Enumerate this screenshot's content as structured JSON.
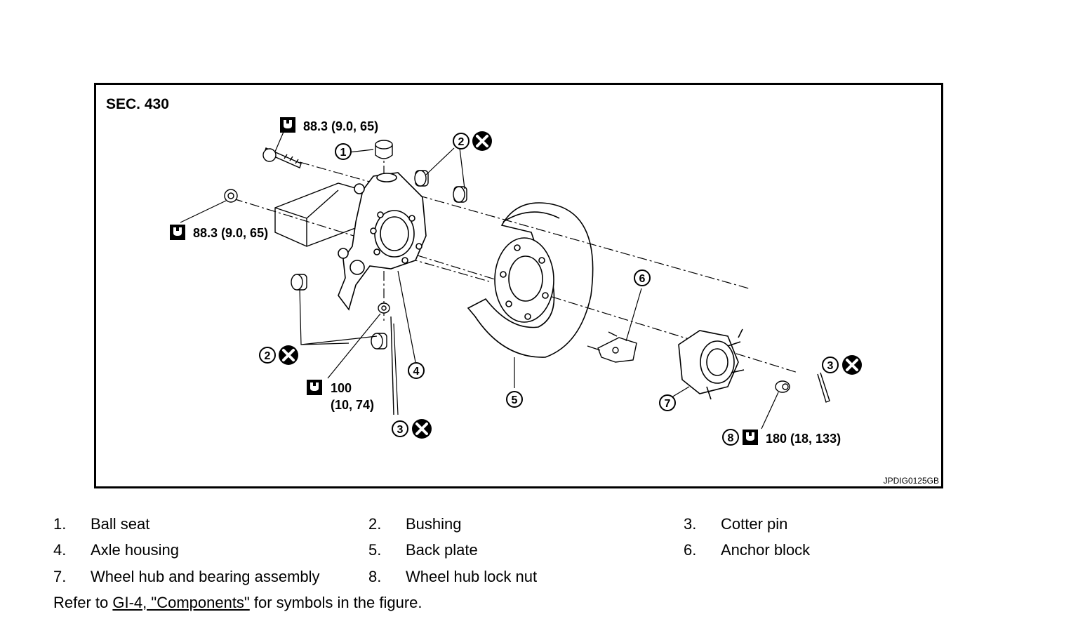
{
  "figure": {
    "section": "SEC. 430",
    "image_code": "JPDIG0125GB",
    "callouts": {
      "c1": "1",
      "c2a": "2",
      "c2b": "2",
      "c3a": "3",
      "c3b": "3",
      "c4": "4",
      "c5": "5",
      "c6": "6",
      "c7": "7",
      "c8": "8"
    },
    "torques": {
      "t_top": "88.3 (9.0, 65)",
      "t_left": "88.3 (9.0, 65)",
      "t_mid_line1": "100",
      "t_mid_line2": "(10, 74)",
      "t_hub": "180 (18, 133)"
    }
  },
  "legend": {
    "items": [
      {
        "num": "1.",
        "label": "Ball seat"
      },
      {
        "num": "2.",
        "label": "Bushing"
      },
      {
        "num": "3.",
        "label": "Cotter pin"
      },
      {
        "num": "4.",
        "label": "Axle housing"
      },
      {
        "num": "5.",
        "label": "Back plate"
      },
      {
        "num": "6.",
        "label": "Anchor block"
      },
      {
        "num": "7.",
        "label": "Wheel hub and bearing assembly"
      },
      {
        "num": "8.",
        "label": "Wheel hub lock nut"
      }
    ]
  },
  "footnote": {
    "prefix": "Refer to ",
    "link": "GI-4, \"Components\"",
    "suffix": " for symbols in the figure."
  }
}
